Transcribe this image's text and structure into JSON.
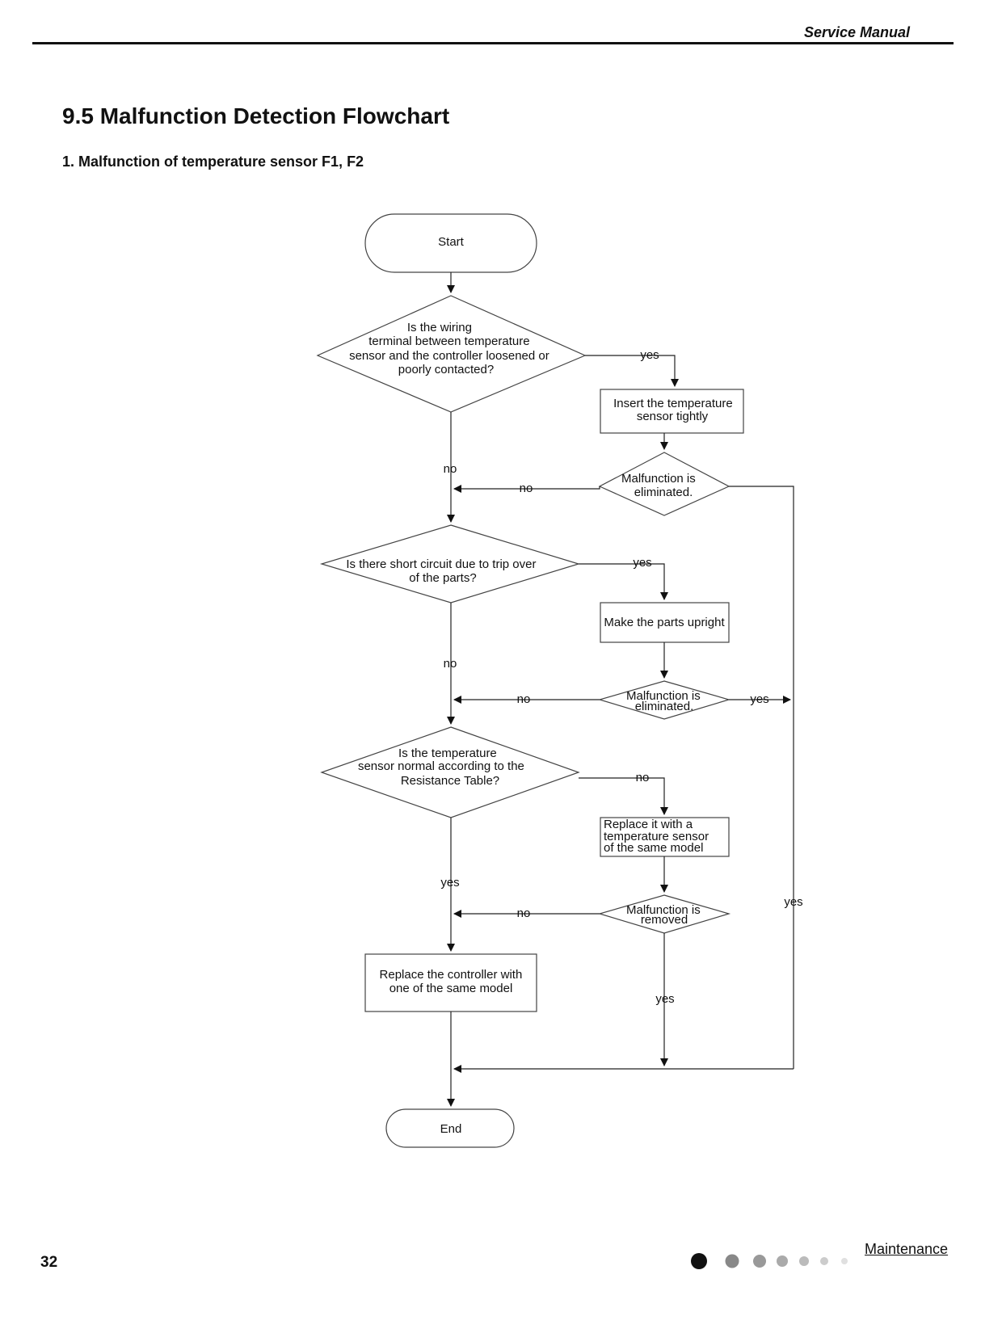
{
  "header": {
    "label": "Service Manual"
  },
  "title": "9.5 Malfunction Detection Flowchart",
  "section": "1. Malfunction of temperature sensor F1, F2",
  "flowchart": {
    "start": "Start",
    "q1": [
      "Is the wiring",
      "terminal between temperature",
      "sensor and the controller loosened or",
      "poorly contacted?"
    ],
    "a1": [
      "Insert the temperature",
      "sensor tightly"
    ],
    "c1": [
      "Malfunction is",
      "eliminated."
    ],
    "q2": [
      "Is there short circuit due to trip over",
      "of the parts?"
    ],
    "a2": [
      "Make the parts upright"
    ],
    "c2": [
      "Malfunction is",
      "eliminated."
    ],
    "q3": [
      "Is the temperature",
      "sensor  normal according to the",
      "Resistance Table?"
    ],
    "a3": [
      "Replace it with a",
      "temperature sensor",
      "of the same model"
    ],
    "c3": [
      "Malfunction is",
      "removed"
    ],
    "final": [
      "Replace the controller with",
      "one of the same model"
    ],
    "end": "End",
    "labels": {
      "yes": "yes",
      "no": "no"
    }
  },
  "footer": {
    "page_number": "32",
    "section": "Maintenance",
    "dot_colors": [
      "#111111",
      "#888888",
      "#999999",
      "#aaaaaa",
      "#bbbbbb",
      "#cccccc",
      "#e0e0e0"
    ]
  }
}
